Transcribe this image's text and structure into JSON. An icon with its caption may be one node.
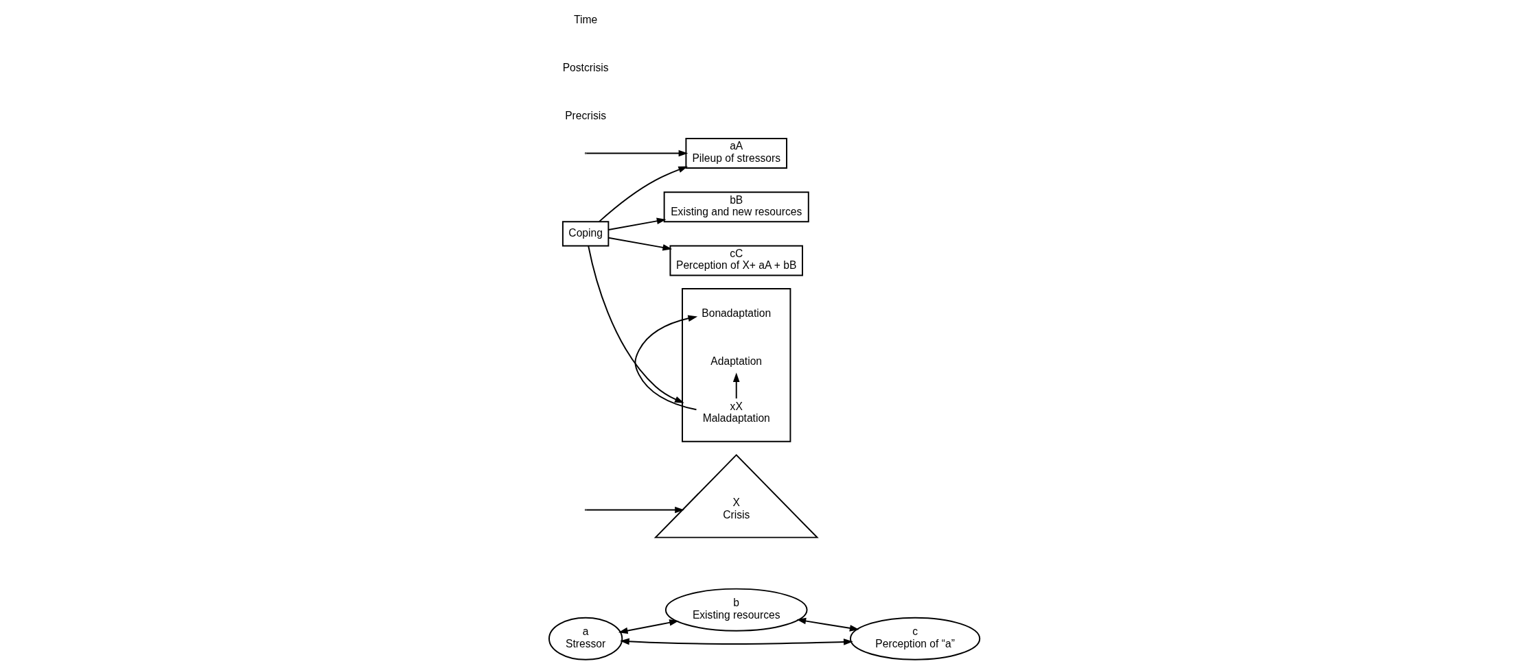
{
  "diagram": {
    "nodes": [
      {
        "text": [
          "b",
          "Existing resources"
        ]
      },
      {
        "text": [
          "a",
          "Stressor"
        ]
      },
      {
        "text": [
          "c",
          "Perception of “a”"
        ]
      },
      {
        "text": [
          "X",
          "Crisis"
        ]
      },
      {
        "text": [
          "aA",
          "Pileup of stressors"
        ]
      },
      {
        "text": [
          "bB",
          "Existing and new resources"
        ]
      },
      {
        "text": [
          "Coping"
        ]
      },
      {
        "text": [
          "cC",
          "Perception of X+ aA + bB"
        ]
      },
      {
        "text": [],
        "shape": "box"
      },
      {
        "text": [
          "Bonadaptation"
        ],
        "in": 8
      },
      {
        "text": [
          "xX",
          "Maladaptation"
        ],
        "in": 8
      },
      {
        "text": [
          "Adaptation"
        ],
        "in": 8
      }
    ],
    "edges": [
      {
        "from": 1,
        "to": 0,
        "arrow": "both"
      },
      {
        "from": 1,
        "to": 2,
        "arrow": "both"
      },
      {
        "from": 0,
        "to": 2,
        "arrow": "both"
      },
      {
        "from": null,
        "to": 3,
        "arrow": "to"
      },
      {
        "from": null,
        "to": 4,
        "arrow": "to"
      },
      {
        "from": 6,
        "to": 4,
        "arrow": "to"
      },
      {
        "from": 6,
        "to": 5,
        "arrow": "to"
      },
      {
        "from": 6,
        "to": 7,
        "arrow": "to"
      },
      {
        "from": 6,
        "to": 8,
        "arrow": "to"
      },
      {
        "from": 10,
        "to": 9,
        "arrow": "to"
      },
      {
        "from": 10,
        "to": 11,
        "arrow": "to"
      }
    ],
    "labels": [
      "Precrisis",
      "Postcrisis",
      "Time"
    ]
  }
}
